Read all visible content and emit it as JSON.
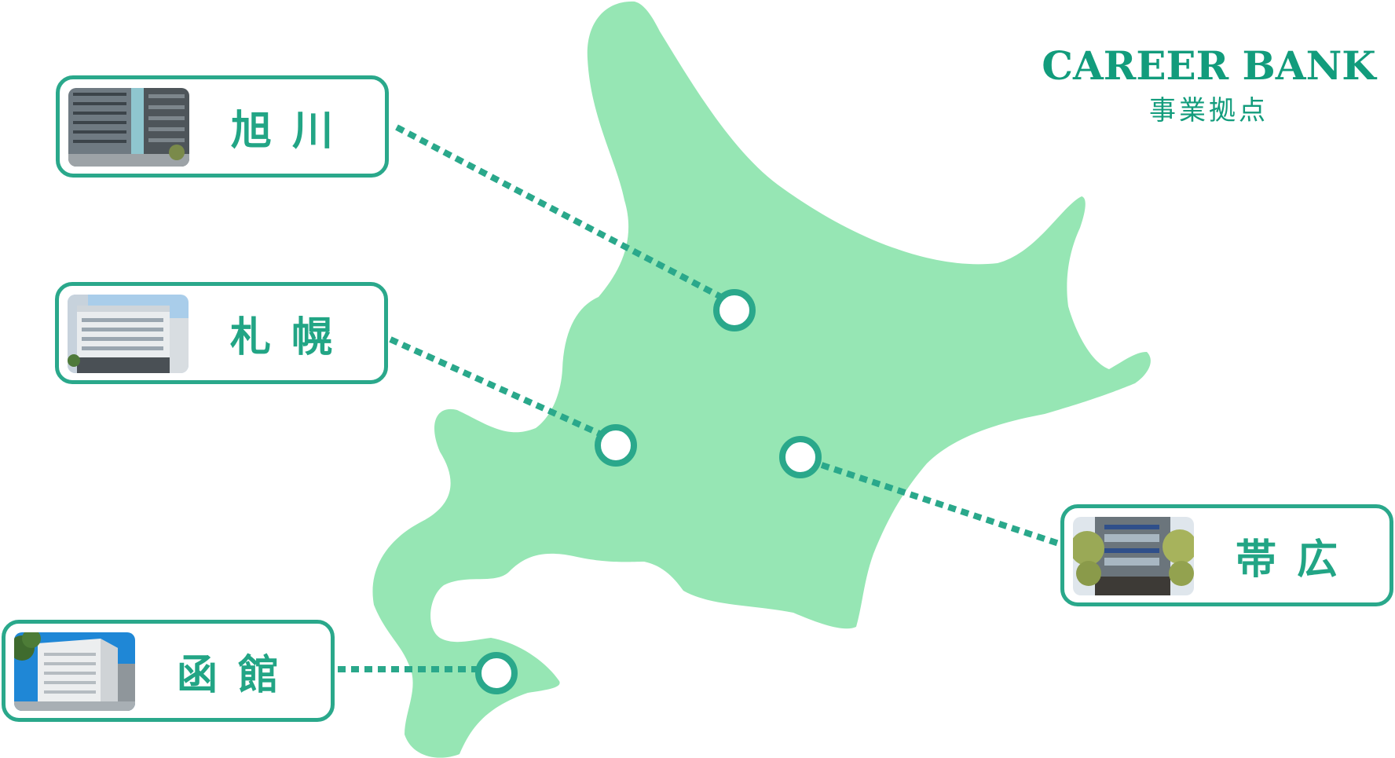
{
  "brand": {
    "title": "CAREER BANK",
    "subtitle": "事業拠点",
    "color": "#129c7c"
  },
  "map": {
    "land_color": "#96e6b4",
    "line_color": "#2aa88b"
  },
  "offices": [
    {
      "id": "asahikawa",
      "name": "旭川",
      "photo": "office-building-photo"
    },
    {
      "id": "sapporo",
      "name": "札幌",
      "photo": "office-building-photo"
    },
    {
      "id": "obihiro",
      "name": "帯広",
      "photo": "office-building-photo"
    },
    {
      "id": "hakodate",
      "name": "函館",
      "photo": "office-building-photo"
    }
  ]
}
